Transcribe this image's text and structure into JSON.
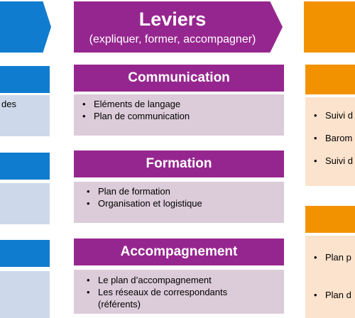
{
  "header": {
    "title": "Leviers",
    "subtitle": "(expliquer, former, accompagner)"
  },
  "left_column": {
    "partial_text": "des"
  },
  "sections": [
    {
      "title": "Communication",
      "items": [
        "Eléments de langage",
        "Plan de communication"
      ]
    },
    {
      "title": "Formation",
      "items": [
        "Plan de formation",
        "Organisation et logistique"
      ]
    },
    {
      "title": "Accompagnement",
      "items": [
        "Le plan d’accompagnement",
        "Les réseaux de correspondants (référents)"
      ]
    }
  ],
  "right_column": {
    "box1_items": [
      "Suivi d",
      "Barom",
      "Suivi d"
    ],
    "box2_items": [
      "Plan p",
      "Plan d"
    ]
  },
  "colors": {
    "purple": "#96268f",
    "blue": "#0f7ccf",
    "orange": "#f39200"
  }
}
